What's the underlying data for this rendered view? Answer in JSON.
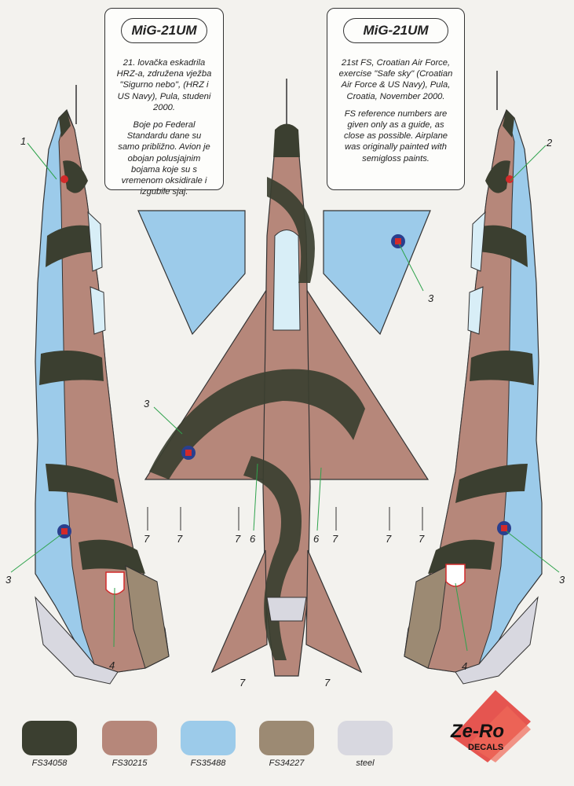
{
  "cards": [
    {
      "title": "MiG-21UM",
      "paragraphs": [
        "21. lovačka eskadrila HRZ-a, združena vježba \"Sigurno nebo\", (HRZ i US Navy), Pula, studeni 2000.",
        "Boje po Federal Standardu dane su samo približno. Avion je obojan polusjajnim bojama koje su s vremenom oksidirale i izgubile sjaj."
      ]
    },
    {
      "title": "MiG-21UM",
      "paragraphs": [
        "21st FS, Croatian Air Force, exercise \"Safe sky\" (Croatian Air Force & US Navy), Pula, Croatia, November 2000.",
        "FS reference numbers are given only as a guide, as close as possible. Airplane was originally painted with semigloss paints."
      ]
    }
  ],
  "callouts": [
    "1",
    "2",
    "3",
    "3",
    "3",
    "3",
    "4",
    "4",
    "6",
    "6",
    "7",
    "7",
    "7",
    "7",
    "7",
    "7",
    "7",
    "7"
  ],
  "swatches": [
    {
      "label": "FS34058",
      "color": "#3b3f30"
    },
    {
      "label": "FS30215",
      "color": "#b6877a"
    },
    {
      "label": "FS35488",
      "color": "#9ccbea"
    },
    {
      "label": "FS34227",
      "color": "#9c8a73"
    },
    {
      "label": "steel",
      "color": "#d8d8e0"
    }
  ],
  "logo": {
    "line1": "Ze-Ro",
    "line2": "DECALS",
    "color": "#e23a34"
  },
  "colors": {
    "camo_dark": "#3b3f30",
    "camo_brown": "#b6877a",
    "underside_blue": "#9ccbea",
    "steel": "#d8d8e0",
    "roundel_blue": "#2a3f8e",
    "roundel_red": "#d22a2a"
  }
}
